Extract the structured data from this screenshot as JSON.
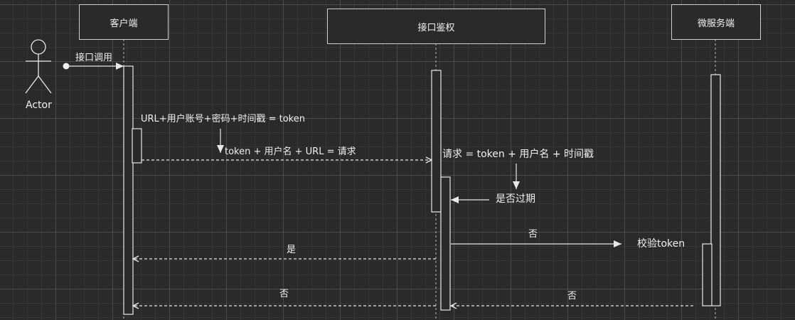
{
  "participants": {
    "actor": "Actor",
    "client": "客户端",
    "auth": "接口鉴权",
    "service": "微服务端"
  },
  "messages": {
    "call": "接口调用",
    "token_formula": "URL+用户账号+密码+时间戳 = token",
    "request_formula": "token + 用户名 + URL = 请求",
    "request_def": "请求 =  token + 用户名 + 时间戳",
    "expired_check": "是否过期",
    "no_to_service": "否",
    "verify_token": "校验token",
    "yes_return": "是",
    "no_return_client": "否",
    "no_return_service": "否"
  },
  "colors": {
    "line": "#e8e8e8",
    "box_border": "#cfcfcf"
  }
}
